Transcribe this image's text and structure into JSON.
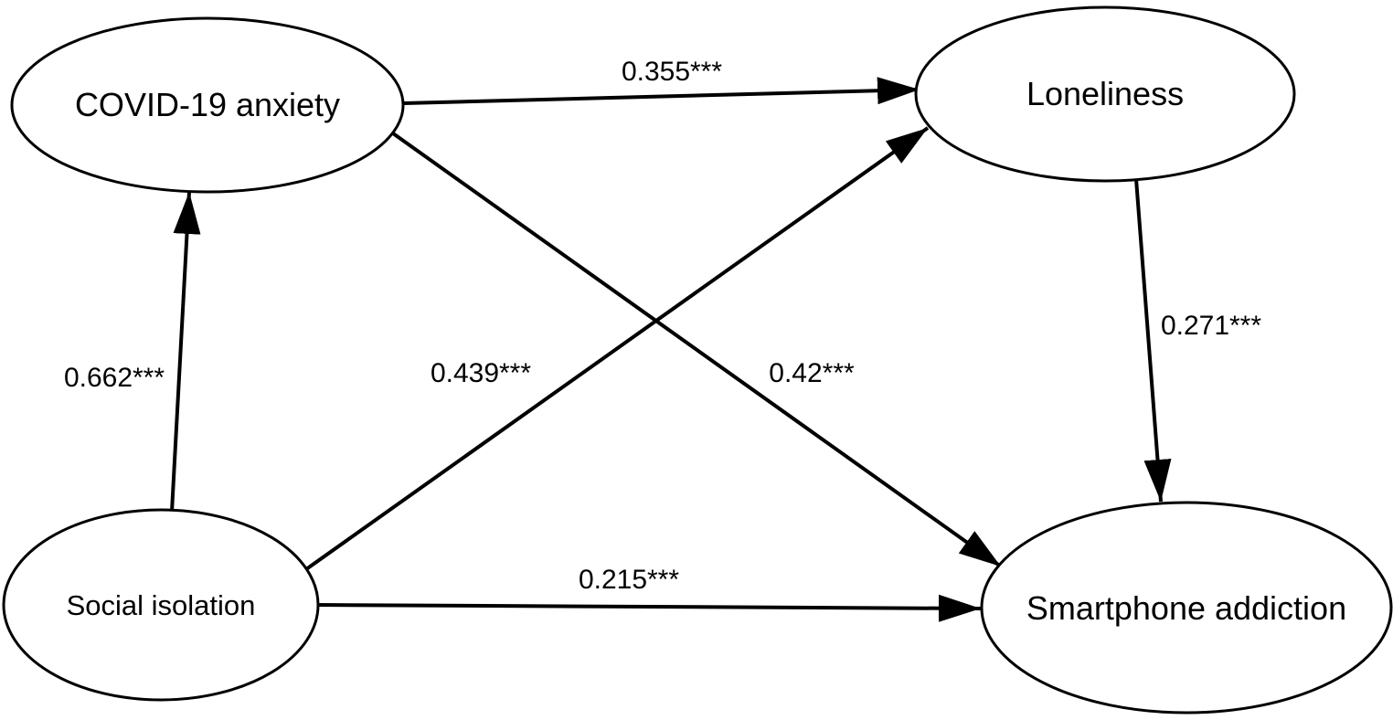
{
  "nodes": {
    "covid_anxiety": "COVID-19 anxiety",
    "loneliness": "Loneliness",
    "social_isolation": "Social isolation",
    "smartphone_addiction": "Smartphone addiction"
  },
  "edges": {
    "covid_to_loneliness": "0.355***",
    "isolation_to_covid": "0.662***",
    "isolation_to_loneliness": "0.439***",
    "covid_to_smartphone": "0.42***",
    "loneliness_to_smartphone": "0.271***",
    "isolation_to_smartphone": "0.215***"
  }
}
